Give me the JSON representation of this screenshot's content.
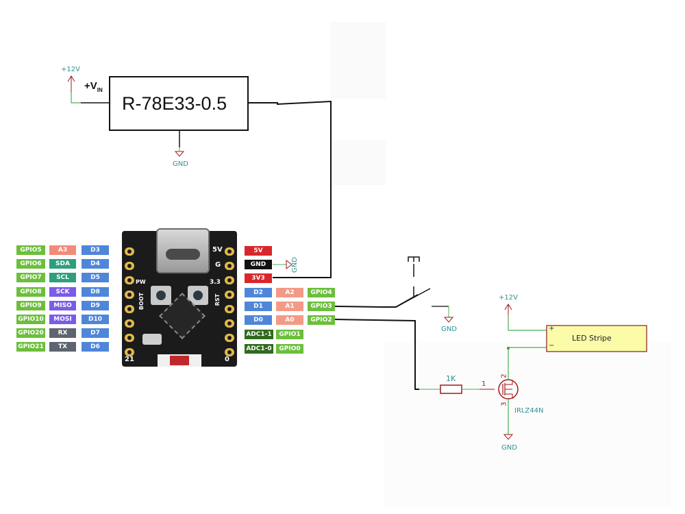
{
  "regulator": {
    "part": "R-78E33-0.5",
    "input_label_main": "+V",
    "input_label_sub": "IN",
    "supply_label": "+12V",
    "ground_label": "GND"
  },
  "board": {
    "corner_left": "21",
    "corner_right": "0",
    "silk_5v": "5V",
    "silk_g": "G",
    "silk_33": "3.3",
    "silk_pw": "PW",
    "silk_boot": "BOOT",
    "silk_rst": "RST"
  },
  "left_pins": [
    {
      "gpio": "GPIO5",
      "func": "A3",
      "func_color": "#f28b7a",
      "dig": "D3"
    },
    {
      "gpio": "GPIO6",
      "func": "SDA",
      "func_color": "#2e9e7e",
      "dig": "D4"
    },
    {
      "gpio": "GPIO7",
      "func": "SCL",
      "func_color": "#2e9e7e",
      "dig": "D5"
    },
    {
      "gpio": "GPIO8",
      "func": "SCK",
      "func_color": "#7b5ce6",
      "dig": "D8"
    },
    {
      "gpio": "GPIO9",
      "func": "MISO",
      "func_color": "#7b5ce6",
      "dig": "D9"
    },
    {
      "gpio": "GPIO10",
      "func": "MOSI",
      "func_color": "#7b5ce6",
      "dig": "D10"
    },
    {
      "gpio": "GPIO20",
      "func": "RX",
      "func_color": "#5e6470",
      "dig": "D7"
    },
    {
      "gpio": "GPIO21",
      "func": "TX",
      "func_color": "#5e6470",
      "dig": "D6"
    }
  ],
  "power_pins": [
    {
      "label": "5V",
      "color": "#d9262b"
    },
    {
      "label": "GND",
      "color": "#111111"
    },
    {
      "label": "3V3",
      "color": "#d9262b"
    }
  ],
  "right_pins": [
    {
      "dig": "D2",
      "analog": "A2",
      "gpio": "GPIO4"
    },
    {
      "dig": "D1",
      "analog": "A1",
      "gpio": "GPIO3"
    },
    {
      "dig": "D0",
      "analog": "A0",
      "gpio": "GPIO2"
    }
  ],
  "adc_pins": [
    {
      "adc": "ADC1-1",
      "gpio": "GPIO1"
    },
    {
      "adc": "ADC1-0",
      "gpio": "GPIO0"
    }
  ],
  "colors": {
    "gpio_green": "#6cbf3c",
    "digital_blue": "#4f86d9",
    "analog_salmon": "#f39a86",
    "adc_darkgreen": "#2f6b1f",
    "wire": "#111111",
    "kicad_wire": "#4caf50",
    "kicad_symbol": "#a01818",
    "kicad_text": "#2f8f8f",
    "led_fill": "#fbfba8"
  },
  "gnd_pin_label": "GND",
  "switch_gnd_label": "GND",
  "led_circuit": {
    "supply_label": "+12V",
    "led_label": "LED Stripe",
    "plus": "+",
    "minus": "−",
    "resistor_value": "1K",
    "mosfet_part": "IRLZ44N",
    "pin_gate": "1",
    "pin_drain": "2",
    "pin_source": "3",
    "ground_label": "GND"
  }
}
